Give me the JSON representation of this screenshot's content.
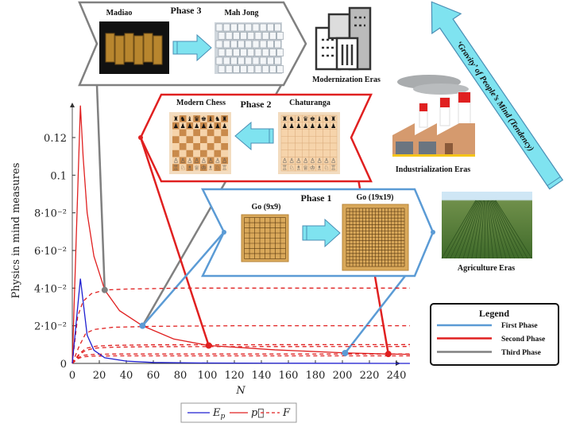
{
  "chart_data": {
    "type": "line",
    "xlabel": "N",
    "ylabel": "Physics in mind measures",
    "xlim": [
      0,
      250
    ],
    "ylim": [
      0,
      0.14
    ],
    "x_ticks": [
      0,
      20,
      40,
      60,
      80,
      100,
      120,
      140,
      160,
      180,
      200,
      220,
      240
    ],
    "x_tick_labels": [
      "0",
      "20",
      "40",
      "60",
      "80",
      "100",
      "120",
      "140",
      "160",
      "180",
      "200",
      "220",
      "240"
    ],
    "y_ticks": [
      0,
      0.02,
      0.04,
      0.06,
      0.08,
      0.1,
      0.12
    ],
    "y_tick_labels": [
      "0",
      "2·10⁻²",
      "4·10⁻²",
      "6·10⁻²",
      "8·10⁻²",
      "0.1",
      "0.12"
    ],
    "grid": false,
    "legend_position": "bottom",
    "series": [
      {
        "name": "E_p",
        "label_main": "E",
        "label_sub": "p",
        "color": "#1f1fd0",
        "style": "solid",
        "x": [
          0,
          6,
          11,
          16,
          24,
          40,
          60,
          100,
          150,
          250
        ],
        "y": [
          0,
          0.045,
          0.015,
          0.007,
          0.003,
          0.0012,
          0.0005,
          0.0002,
          0.0001,
          0
        ]
      },
      {
        "name": "p⃗",
        "label_main": "p⃗",
        "color": "#e02020",
        "style": "solid",
        "x": [
          0,
          6,
          8,
          11,
          16,
          24,
          35,
          52,
          75,
          101,
          150,
          202,
          234,
          250
        ],
        "y": [
          0,
          0.137,
          0.11,
          0.08,
          0.057,
          0.039,
          0.028,
          0.02,
          0.013,
          0.0095,
          0.0072,
          0.0056,
          0.005,
          0.0048
        ]
      },
      {
        "name": "F",
        "label_main": "F",
        "color": "#e02020",
        "style": "dashed",
        "curves": [
          {
            "x": [
              0,
              4,
              8,
              14,
              24,
              40,
              80,
              250
            ],
            "y": [
              0,
              0.025,
              0.033,
              0.037,
              0.039,
              0.0395,
              0.04,
              0.04
            ]
          },
          {
            "x": [
              0,
              5,
              10,
              16,
              30,
              60,
              120,
              250
            ],
            "y": [
              0,
              0.009,
              0.016,
              0.018,
              0.0192,
              0.0197,
              0.02,
              0.02
            ]
          },
          {
            "x": [
              0,
              5,
              10,
              18,
              30,
              60,
              250
            ],
            "y": [
              0,
              0.005,
              0.008,
              0.0092,
              0.0096,
              0.0099,
              0.01
            ]
          },
          {
            "x": [
              0,
              5,
              10,
              18,
              30,
              60,
              250
            ],
            "y": [
              0,
              0.0045,
              0.007,
              0.0082,
              0.0086,
              0.0089,
              0.009
            ]
          },
          {
            "x": [
              0,
              4,
              8,
              16,
              30,
              60,
              250
            ],
            "y": [
              0,
              0.003,
              0.0043,
              0.0048,
              0.005,
              0.005,
              0.005
            ]
          },
          {
            "x": [
              0,
              4,
              8,
              16,
              30,
              60,
              250
            ],
            "y": [
              0,
              0.0025,
              0.0035,
              0.0039,
              0.004,
              0.004,
              0.004
            ]
          }
        ]
      }
    ],
    "phase_points": [
      {
        "phase": "third",
        "x": 24,
        "y": 0.039,
        "color": "#808080"
      },
      {
        "phase": "first",
        "x": 52,
        "y": 0.02,
        "color": "#5b9bd5"
      },
      {
        "phase": "second",
        "x": 101,
        "y": 0.0095,
        "color": "#e02020"
      },
      {
        "phase": "first",
        "x": 202,
        "y": 0.0055,
        "color": "#5b9bd5"
      },
      {
        "phase": "second",
        "x": 234,
        "y": 0.005,
        "color": "#e02020"
      }
    ]
  },
  "phase3": {
    "title": "Phase 3",
    "from_label": "Madiao",
    "to_label": "Mah Jong",
    "color": "#808080"
  },
  "phase2": {
    "title": "Phase 2",
    "to_label": "Modern Chess",
    "from_label": "Chaturanga",
    "color": "#e02020"
  },
  "phase1": {
    "title": "Phase 1",
    "from_label": "Go (9x9)",
    "to_label": "Go (19x19)",
    "color": "#5b9bd5"
  },
  "eras": {
    "modern": "Modernization Eras",
    "industrial": "Industrialization Eras",
    "agriculture": "Agriculture Eras"
  },
  "tendency_arrow": {
    "label": "‘Gravity’ of People’s Mind (Tendency)",
    "color": "#7fe3f0"
  },
  "legend": {
    "title": "Legend",
    "items": [
      {
        "label": "First Phase",
        "color": "#5b9bd5"
      },
      {
        "label": "Second Phase",
        "color": "#e02020"
      },
      {
        "label": "Third Phase",
        "color": "#808080"
      }
    ]
  }
}
